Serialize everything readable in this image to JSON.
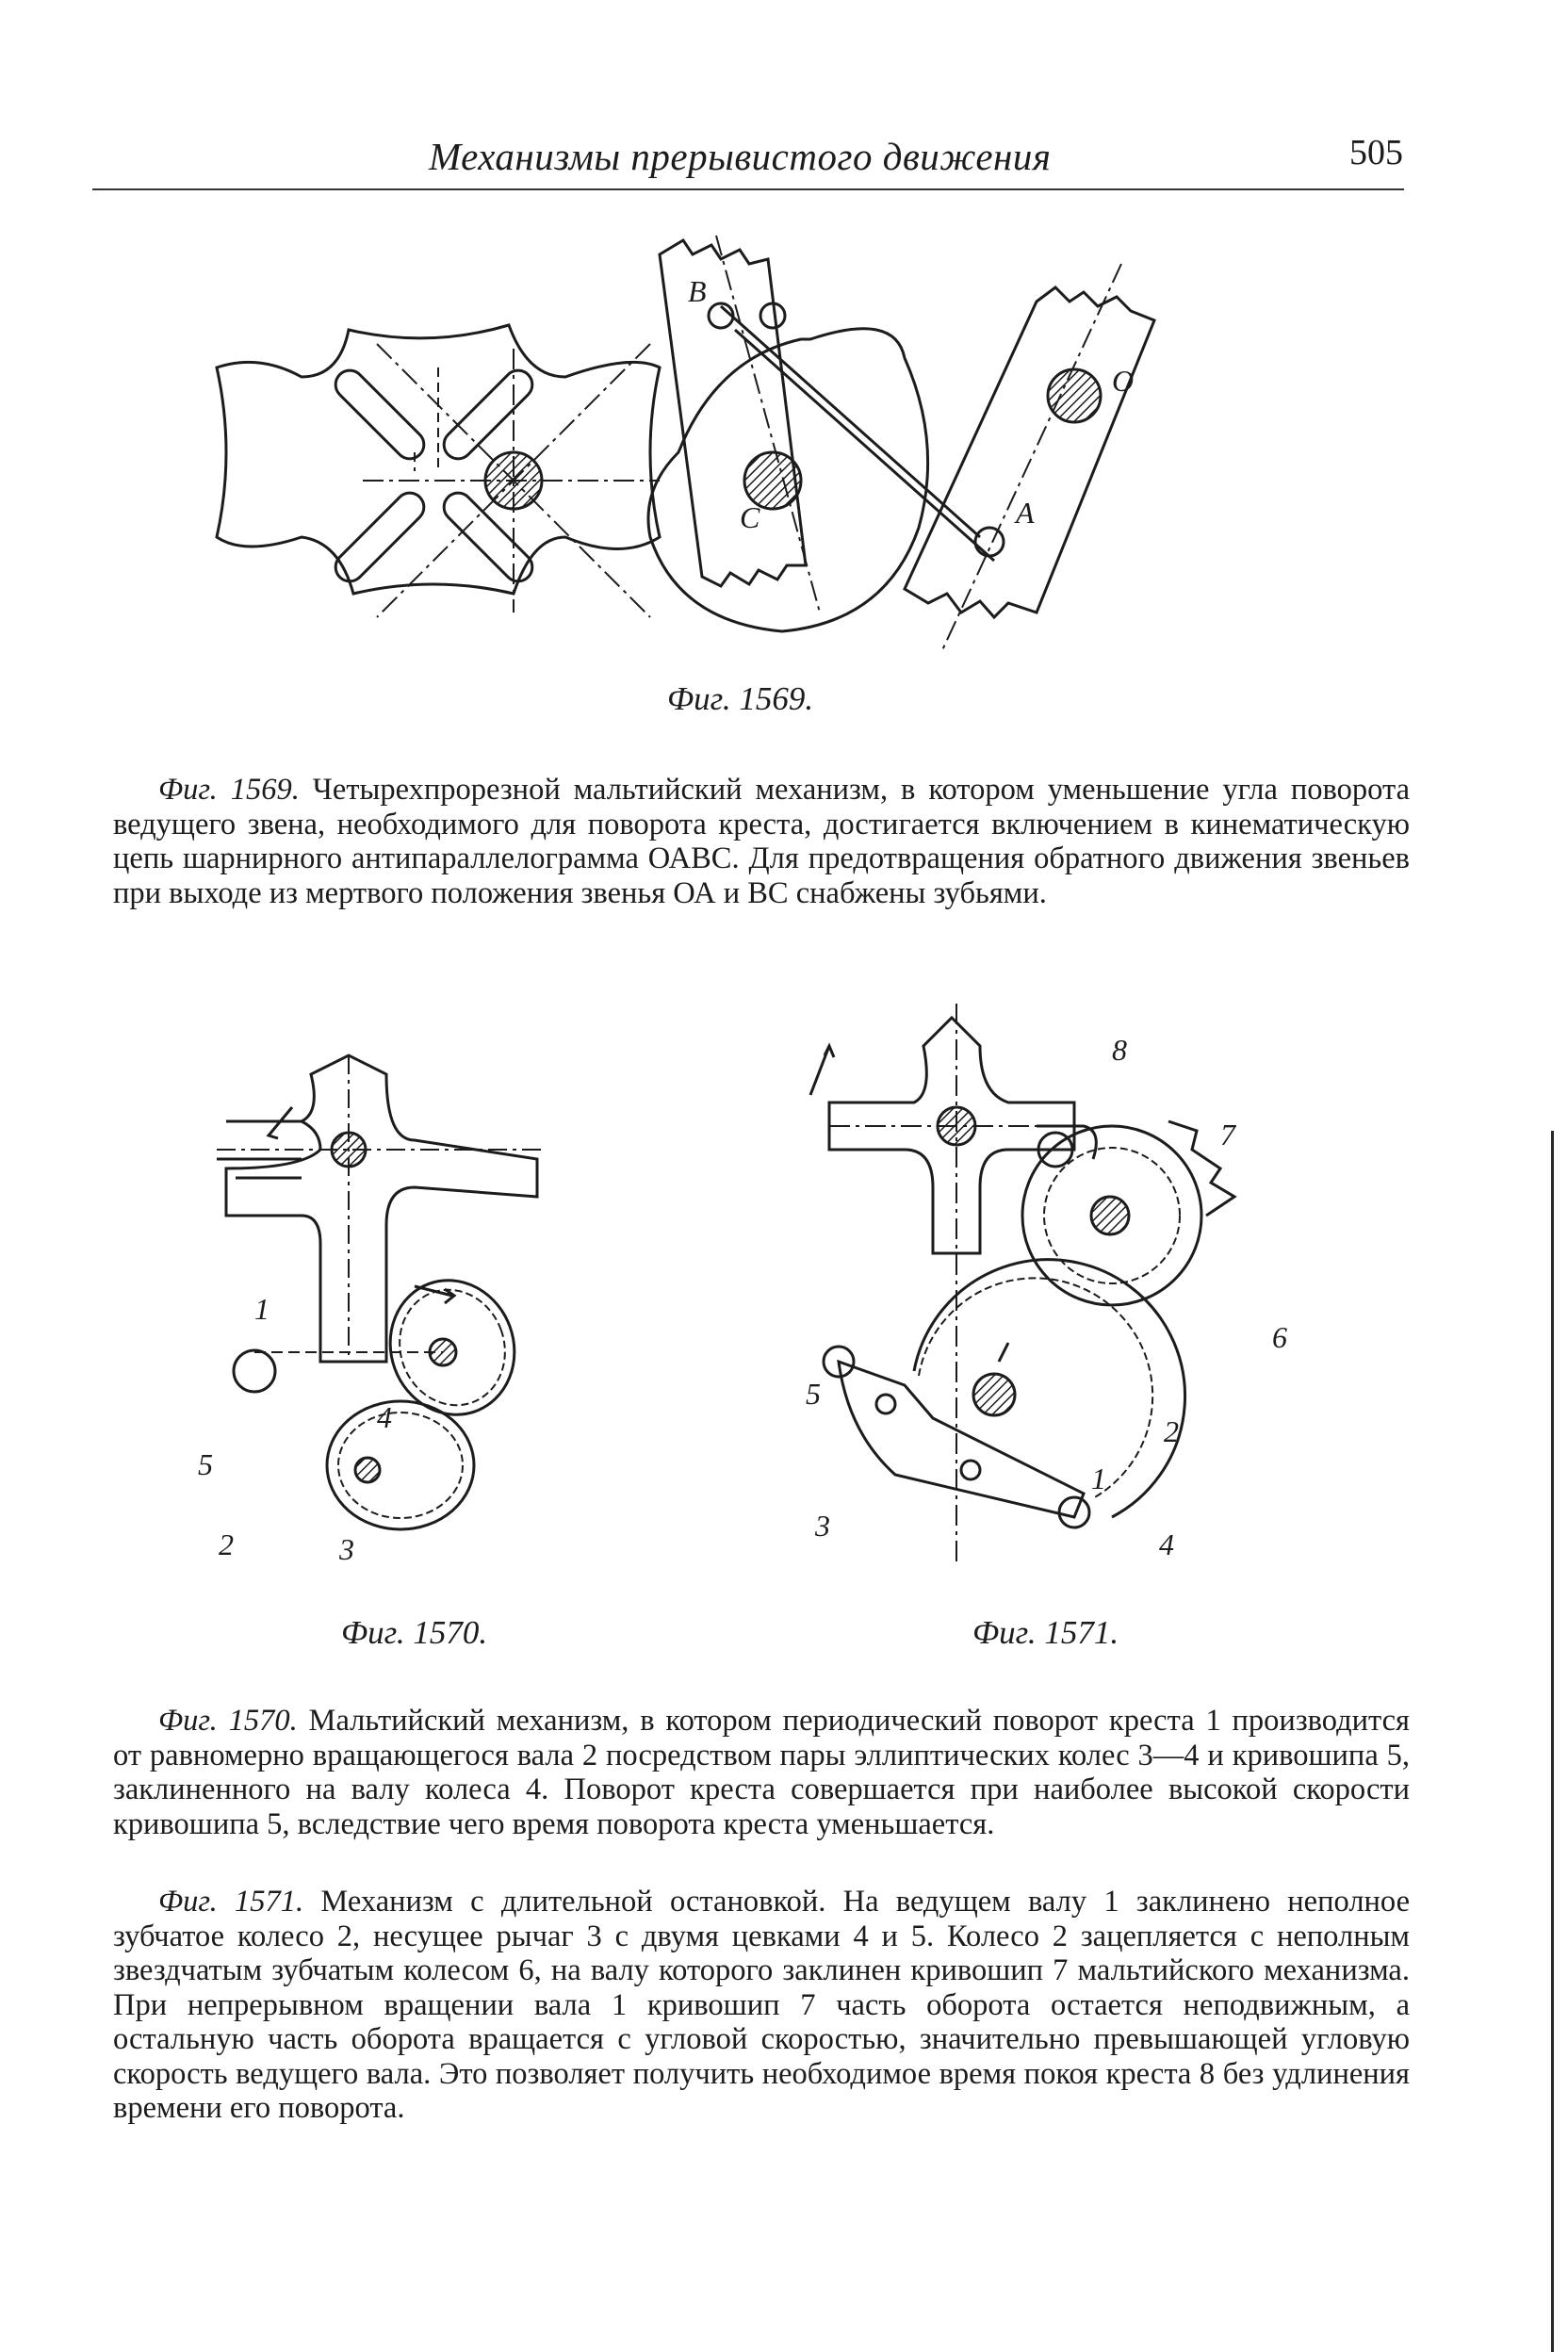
{
  "header": {
    "title": "Механизмы прерывистого движения",
    "page_number": "505"
  },
  "figures": {
    "fig1569": {
      "label": "Фиг. 1569.",
      "points": [
        "B",
        "O",
        "C",
        "A"
      ]
    },
    "fig1570": {
      "label": "Фиг. 1570.",
      "parts": [
        "1",
        "2",
        "3",
        "4",
        "5"
      ]
    },
    "fig1571": {
      "label": "Фиг. 1571.",
      "parts": [
        "1",
        "2",
        "3",
        "4",
        "5",
        "6",
        "7",
        "8"
      ]
    }
  },
  "captions": {
    "c1569": {
      "ref": "Фиг. 1569.",
      "text": " Четырехпрорезной мальтийский механизм, в котором уменьшение угла поворота ведущего звена, необходимого для поворота креста, достигается включением в кинематическую цепь шарнирного антипараллелограмма ОАВС. Для предотвращения обратного движения звеньев при выходе из мертвого положения звенья ОА и ВС снабжены зубьями."
    },
    "c1570": {
      "ref": "Фиг. 1570.",
      "text": " Мальтийский механизм, в котором периодический поворот креста 1 производится от равномерно вращающегося вала 2 посредством пары эллиптических колес 3—4 и кривошипа 5, заклиненного на валу колеса 4. Поворот креста совершается при наиболее высокой скорости кривошипа 5, вследствие чего время поворота креста уменьшается."
    },
    "c1571": {
      "ref": "Фиг. 1571.",
      "text": " Механизм с длительной остановкой. На ведущем валу 1 заклинено неполное зубчатое колесо 2, несущее рычаг 3 с двумя цевками 4 и 5. Колесо 2 зацепляется с неполным звездчатым зубчатым колесом 6, на валу которого заклинен кривошип 7 мальтийского механизма. При непрерывном вращении вала 1 кривошип 7 часть оборота остается неподвижным, а остальную часть оборота вращается с угловой скоростью, значительно превышающей угловую скорость ведущего вала. Это позволяет получить необходимое время покоя креста 8 без удлинения времени его поворота."
    }
  }
}
